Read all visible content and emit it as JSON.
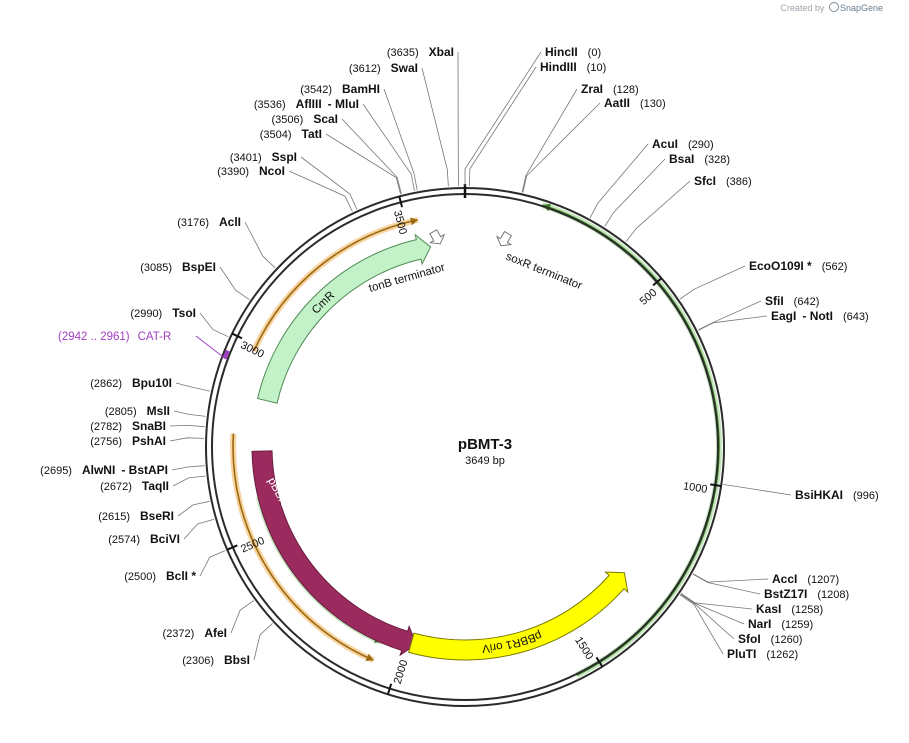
{
  "credit": {
    "prefix": "Created by",
    "brand": "SnapGene"
  },
  "plasmid": {
    "name": "pBMT-3",
    "length_label": "3649 bp",
    "length": 3649
  },
  "ticks": [
    {
      "value": 500,
      "label": "500"
    },
    {
      "value": 1000,
      "label": "1000"
    },
    {
      "value": 1500,
      "label": "1500"
    },
    {
      "value": 2000,
      "label": "2000"
    },
    {
      "value": 2500,
      "label": "2500"
    },
    {
      "value": 3000,
      "label": "3000"
    },
    {
      "value": 3500,
      "label": "3500"
    }
  ],
  "features": [
    {
      "name": "CmR",
      "label": "CmR",
      "color": "#c4f2c8"
    },
    {
      "name": "pBBR1 Rep",
      "label": "pBBR1 Rep",
      "color": "#9b2b5e"
    },
    {
      "name": "pBBR1 oriV",
      "label": "pBBR1 oriV",
      "color": "#ffff00"
    },
    {
      "name": "tonB terminator",
      "label": "tonB terminator",
      "color": "#ffffff"
    },
    {
      "name": "soxR terminator",
      "label": "soxR terminator",
      "color": "#ffffff"
    }
  ],
  "orfs": [
    {
      "name": "orf-top-left",
      "color": "#f0a030"
    },
    {
      "name": "orf-right",
      "color": "#7cc66b"
    },
    {
      "name": "orf-bottom-left-outer",
      "color": "#f0a030"
    },
    {
      "name": "orf-bottom-left-inner",
      "color": "#7cc66b"
    }
  ],
  "primer": {
    "position": "(2942 .. 2961)",
    "name": "CAT-R",
    "color": "#a23fc0"
  },
  "sites": [
    {
      "pos": "(0)",
      "name": "HincII"
    },
    {
      "pos": "(10)",
      "name": "HindIII"
    },
    {
      "pos": "(128)",
      "name": "ZraI"
    },
    {
      "pos": "(130)",
      "name": "AatII"
    },
    {
      "pos": "(290)",
      "name": "AcuI"
    },
    {
      "pos": "(328)",
      "name": "BsaI"
    },
    {
      "pos": "(386)",
      "name": "SfcI"
    },
    {
      "pos": "(562)",
      "name": "EcoO109I *"
    },
    {
      "pos": "(642)",
      "name": "SfiI"
    },
    {
      "pos": "(643)",
      "name": "EagI",
      "name2": "NotI"
    },
    {
      "pos": "(996)",
      "name": "BsiHKAI"
    },
    {
      "pos": "(1207)",
      "name": "AccI"
    },
    {
      "pos": "(1208)",
      "name": "BstZ17I"
    },
    {
      "pos": "(1258)",
      "name": "KasI"
    },
    {
      "pos": "(1259)",
      "name": "NarI"
    },
    {
      "pos": "(1260)",
      "name": "SfoI"
    },
    {
      "pos": "(1262)",
      "name": "PluTI"
    },
    {
      "pos": "(2306)",
      "name": "BbsI"
    },
    {
      "pos": "(2372)",
      "name": "AfeI"
    },
    {
      "pos": "(2500)",
      "name": "BclI *"
    },
    {
      "pos": "(2574)",
      "name": "BciVI"
    },
    {
      "pos": "(2615)",
      "name": "BseRI"
    },
    {
      "pos": "(2672)",
      "name": "TaqII"
    },
    {
      "pos": "(2695)",
      "name": "AlwNI",
      "name2": "BstAPI"
    },
    {
      "pos": "(2756)",
      "name": "PshAI"
    },
    {
      "pos": "(2782)",
      "name": "SnaBI"
    },
    {
      "pos": "(2805)",
      "name": "MslI"
    },
    {
      "pos": "(2862)",
      "name": "Bpu10I"
    },
    {
      "pos": "(2990)",
      "name": "TsoI"
    },
    {
      "pos": "(3085)",
      "name": "BspEI"
    },
    {
      "pos": "(3176)",
      "name": "AclI"
    },
    {
      "pos": "(3390)",
      "name": "NcoI"
    },
    {
      "pos": "(3401)",
      "name": "SspI"
    },
    {
      "pos": "(3504)",
      "name": "TatI"
    },
    {
      "pos": "(3506)",
      "name": "ScaI"
    },
    {
      "pos": "(3536)",
      "name": "AflIII",
      "name2": "MluI"
    },
    {
      "pos": "(3542)",
      "name": "BamHI"
    },
    {
      "pos": "(3612)",
      "name": "SwaI"
    },
    {
      "pos": "(3635)",
      "name": "XbaI"
    }
  ]
}
